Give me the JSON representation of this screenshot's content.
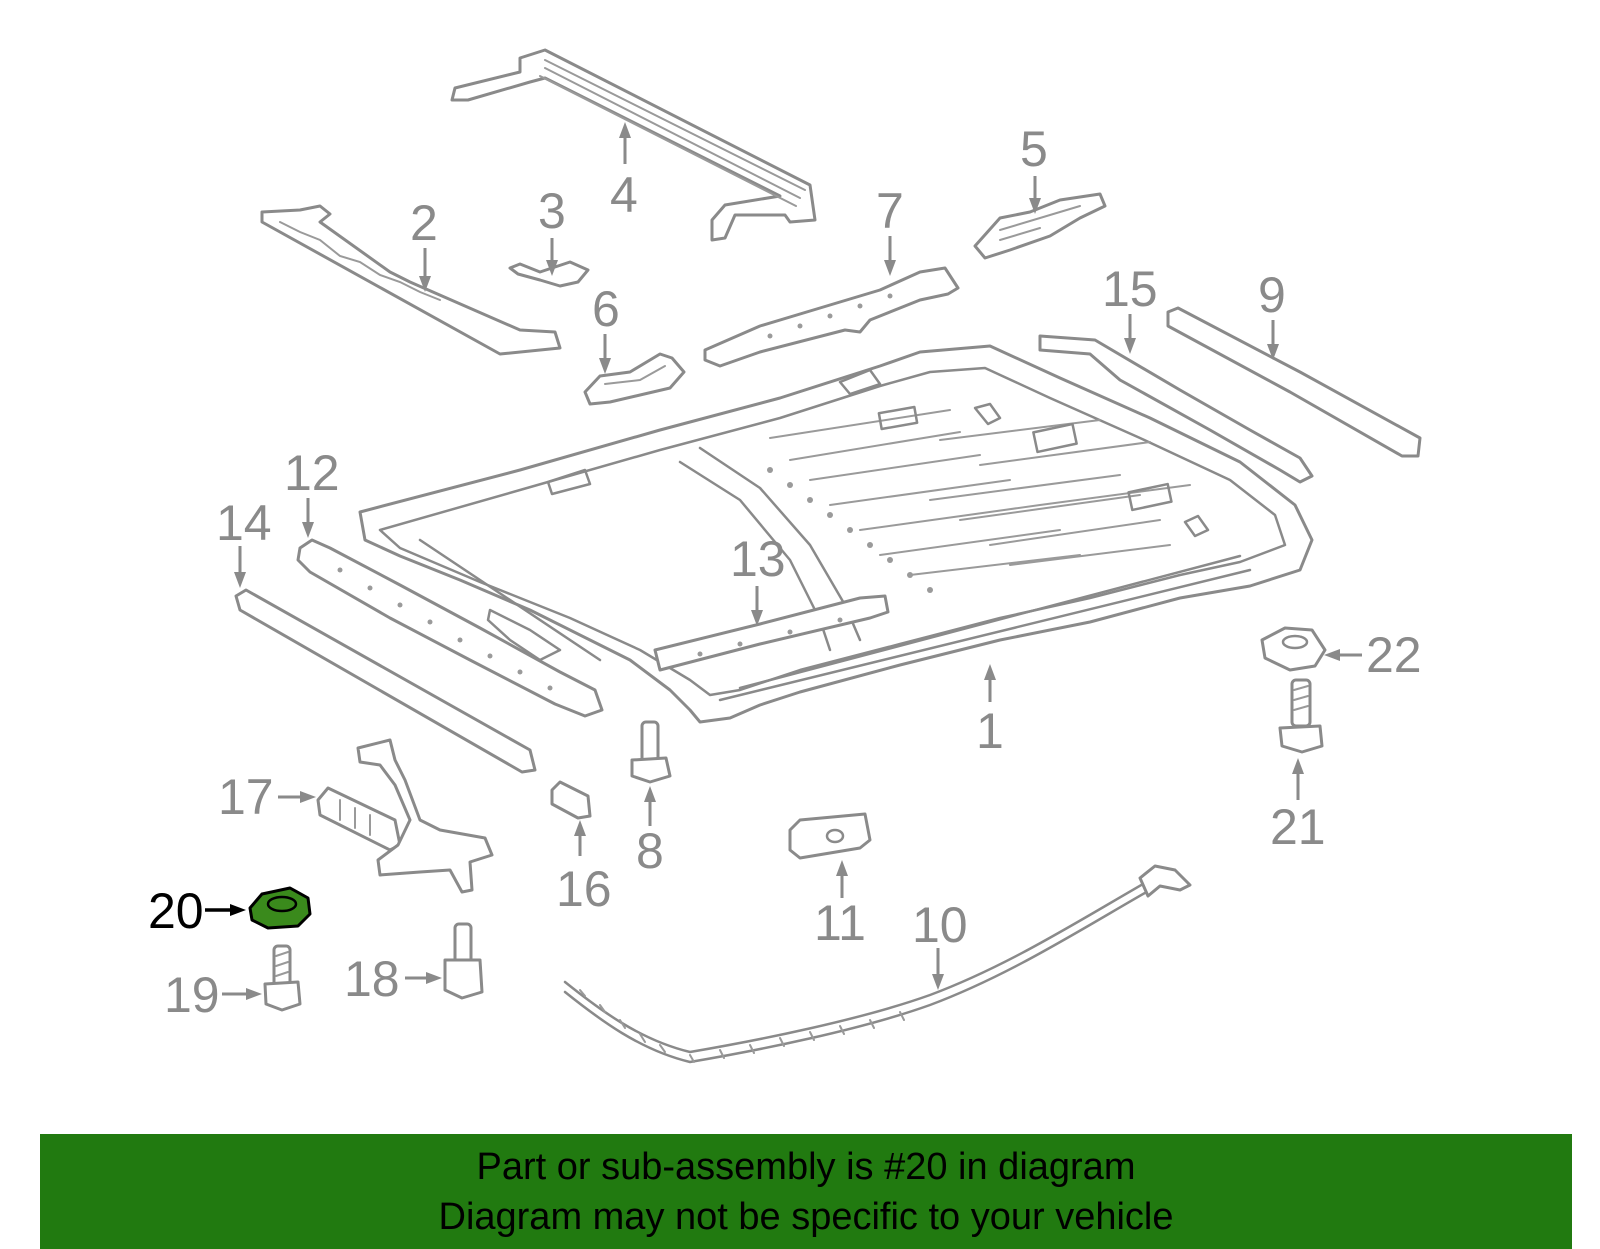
{
  "diagram": {
    "highlight_color": "#3a8a1c",
    "line_color": "#8a8a8a",
    "callouts": {
      "c1": "1",
      "c2": "2",
      "c3": "3",
      "c4": "4",
      "c5": "5",
      "c6": "6",
      "c7": "7",
      "c8": "8",
      "c9": "9",
      "c10": "10",
      "c11": "11",
      "c12": "12",
      "c13": "13",
      "c14": "14",
      "c15": "15",
      "c16": "16",
      "c17": "17",
      "c18": "18",
      "c19": "19",
      "c20": "20",
      "c21": "21",
      "c22": "22"
    },
    "highlighted_part": "20"
  },
  "banner": {
    "background": "#217a10",
    "line1": "Part or sub-assembly is #20 in diagram",
    "line2": "Diagram may not be specific to your vehicle"
  }
}
